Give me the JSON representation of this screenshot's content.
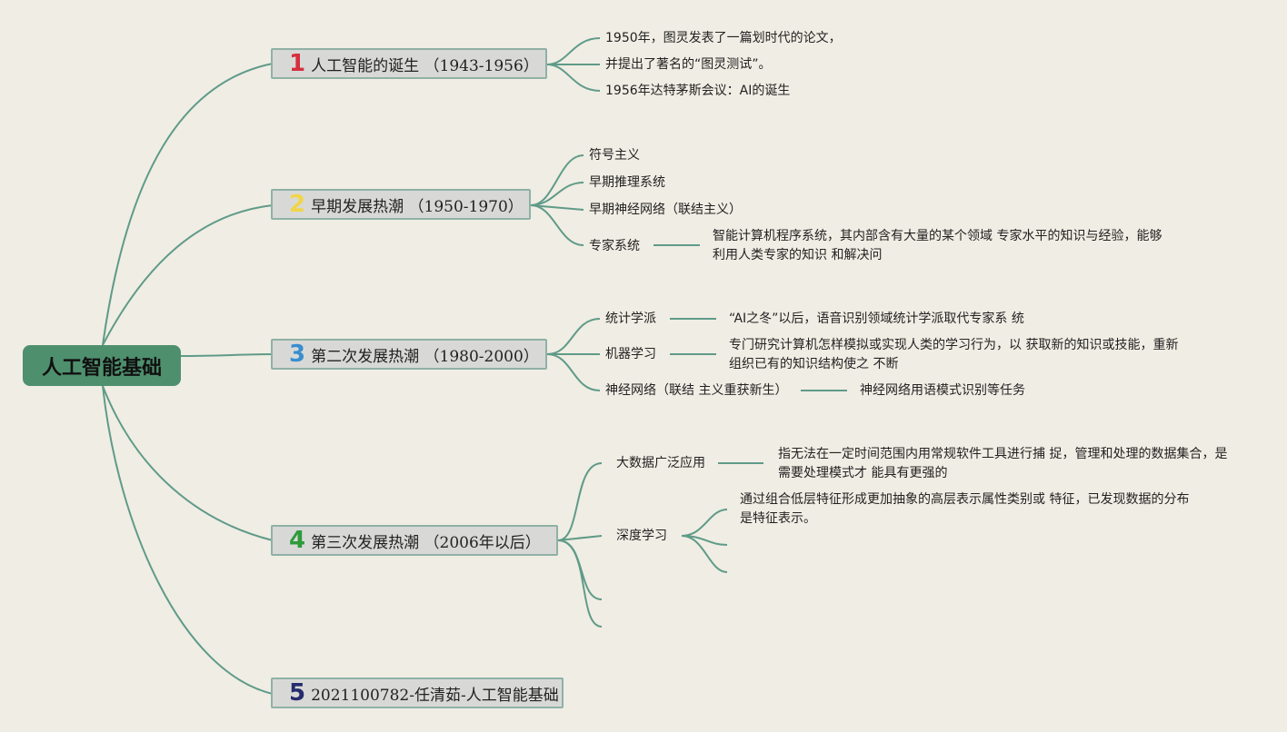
{
  "root": {
    "label": "人工智能基础"
  },
  "branches": [
    {
      "num": "1",
      "title": "人工智能的诞生 （1943-1956）",
      "color": "#d62f3f"
    },
    {
      "num": "2",
      "title": "早期发展热潮 （1950-1970）",
      "color": "#f1d54a"
    },
    {
      "num": "3",
      "title": "第二次发展热潮 （1980-2000）",
      "color": "#3a8ed0"
    },
    {
      "num": "4",
      "title": "第三次发展热潮 （2006年以后）",
      "color": "#2f9a3c"
    },
    {
      "num": "5",
      "title": "2021100782-任清茹-人工智能基础",
      "color": "#262b6e"
    }
  ],
  "b1": {
    "items": [
      "1950年，图灵发表了一篇划时代的论文，",
      "并提出了著名的“图灵测试”。",
      "1956年达特茅斯会议：AI的诞生"
    ]
  },
  "b2": {
    "items": [
      "符号主义",
      "早期推理系统",
      "早期神经网络（联结主义）",
      "专家系统"
    ],
    "expert_desc": [
      "智能计算机程序系统，其内部含有大量的某个领域 专家水平的知识与经验，能够",
      "利用人类专家的知识 和解决问"
    ]
  },
  "b3": {
    "items": [
      "统计学派",
      "机器学习",
      "神经网络（联结 主义重获新生）"
    ],
    "stat_desc": "“AI之冬”以后，语音识别领域统计学派取代专家系 统",
    "ml_desc": [
      "专门研究计算机怎样模拟或实现人类的学习行为，以 获取新的知识或技能，重新",
      "组织已有的知识结构使之 不断"
    ],
    "nn_desc": "神经网络用语模式识别等任务"
  },
  "b4": {
    "items": [
      "大数据广泛应用",
      "深度学习"
    ],
    "bigdata_desc": [
      "指无法在一定时间范围内用常规软件工具进行捕 捉，管理和处理的数据集合，是",
      "需要处理模式才 能具有更强的"
    ],
    "dl_desc": [
      "通过组合低层特征形成更加抽象的高层表示属性类别或 特征，已发现数据的分布",
      "是特征表示。"
    ]
  },
  "colors": {
    "line": "#5f9b88",
    "root_bg": "#4e8f6e",
    "node_bg": "#d8d9d6",
    "node_border": "#8fb1a6",
    "page_bg": "#f0ede4"
  }
}
